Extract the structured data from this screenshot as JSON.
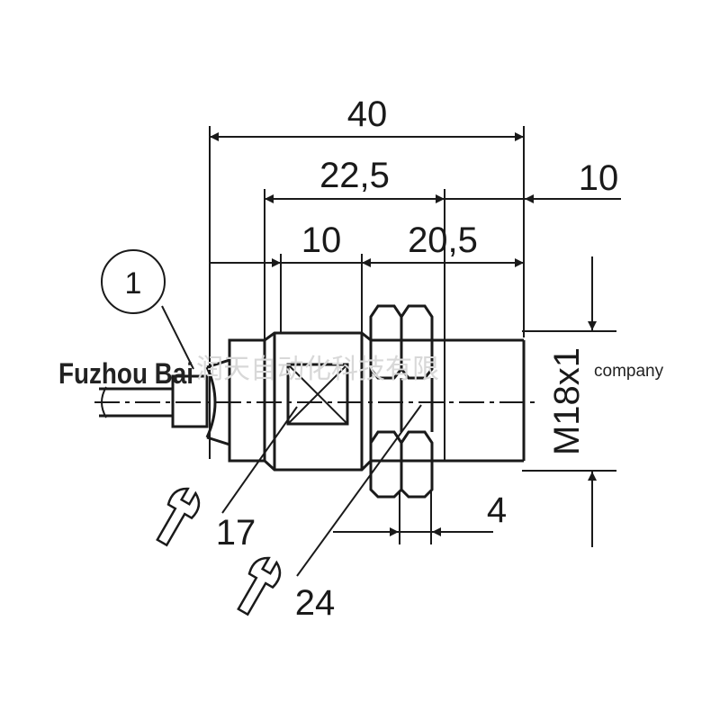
{
  "drawing": {
    "dimensions": {
      "overall_length": "40",
      "thread_length": "22,5",
      "active_face": "10",
      "body_left": "10",
      "body_right": "20,5",
      "thread_size": "M18x1",
      "nut_width": "4"
    },
    "callouts": {
      "connector": "1",
      "wrench_small": "17",
      "wrench_large": "24"
    }
  },
  "watermark": {
    "left": "Fuzhou Bai",
    "middle": "润天自动化科技有限",
    "right": "company",
    "color": "#d8d8d8"
  }
}
